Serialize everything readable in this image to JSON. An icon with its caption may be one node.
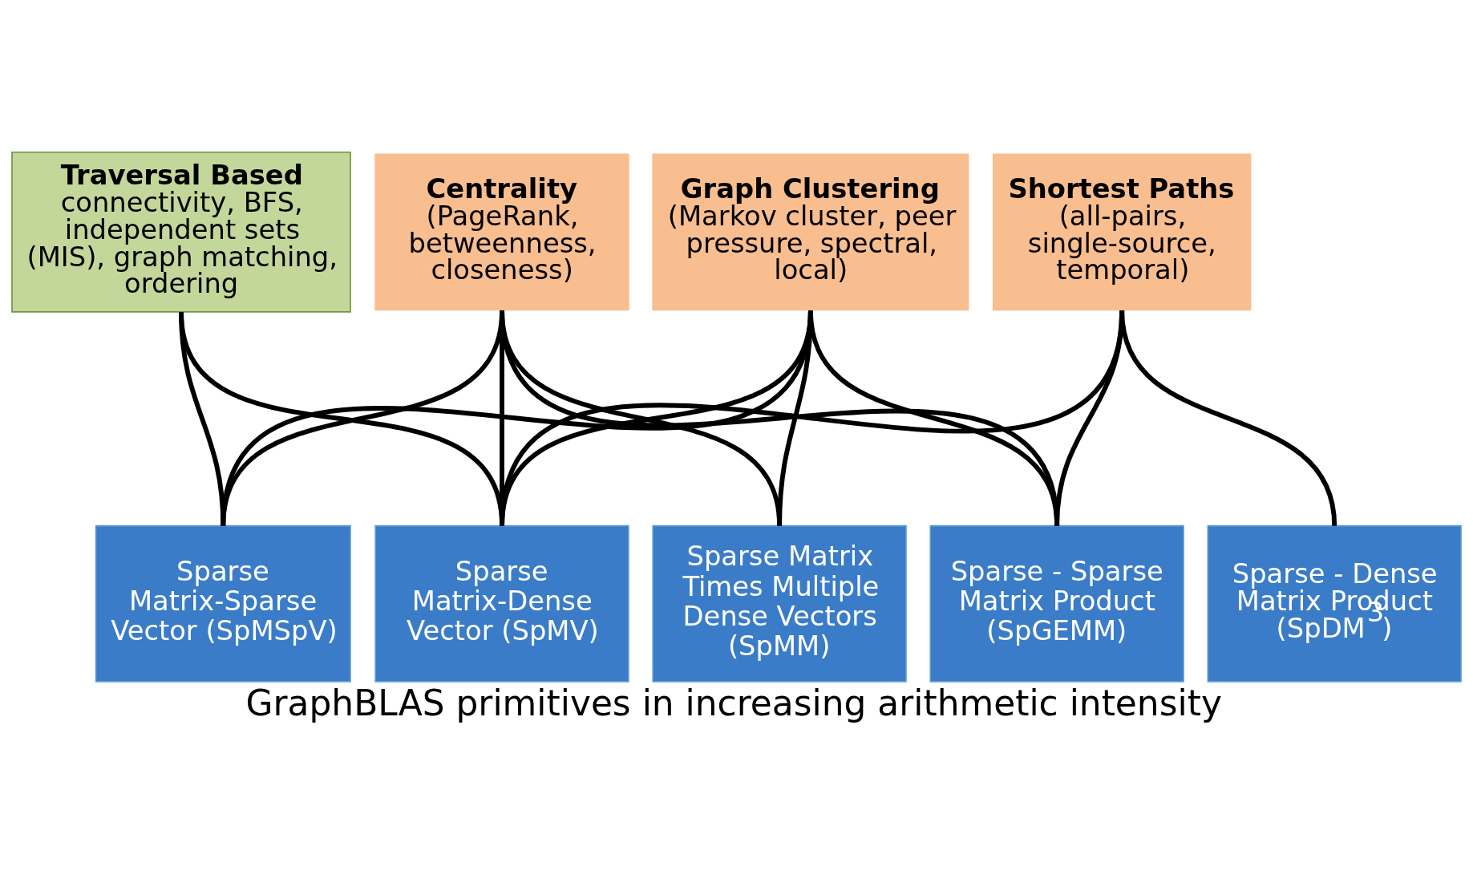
{
  "diagram": {
    "caption": "GraphBLAS primitives in increasing arithmetic intensity",
    "nodes": [
      {
        "text": [
          "Traversal Based",
          "connectivity, BFS, independent sets (MIS), graph matching, ordering"
        ]
      },
      {
        "text": [
          "Centrality",
          "(PageRank, betweenness, closeness)"
        ]
      },
      {
        "text": [
          "Graph Clustering",
          "(Markov cluster, peer pressure, spectral, local)"
        ]
      },
      {
        "text": [
          "Shortest Paths",
          "(all-pairs, single-source, temporal)"
        ]
      },
      {
        "text": [
          "Sparse Matrix-Sparse Vector (SpMSpV)"
        ]
      },
      {
        "text": [
          "Sparse Matrix-Dense Vector (SpMV)"
        ]
      },
      {
        "text": [
          "Sparse Matrix Times Multiple Dense Vectors (SpMM)"
        ]
      },
      {
        "text": [
          "Sparse - Sparse Matrix Product (SpGEMM)"
        ]
      },
      {
        "text": [
          "Sparse - Dense Matrix Product (SpDM$^{3}$)"
        ]
      }
    ],
    "edges": [
      {
        "from": 0,
        "to": 4,
        "arrow": "none"
      },
      {
        "from": 0,
        "to": 5,
        "arrow": "none"
      },
      {
        "from": 1,
        "to": 4,
        "arrow": "none"
      },
      {
        "from": 1,
        "to": 5,
        "arrow": "none"
      },
      {
        "from": 1,
        "to": 6,
        "arrow": "none"
      },
      {
        "from": 1,
        "to": 7,
        "arrow": "none"
      },
      {
        "from": 2,
        "to": 4,
        "arrow": "none"
      },
      {
        "from": 2,
        "to": 5,
        "arrow": "none"
      },
      {
        "from": 2,
        "to": 6,
        "arrow": "none"
      },
      {
        "from": 2,
        "to": 7,
        "arrow": "none"
      },
      {
        "from": 3,
        "to": 5,
        "arrow": "none"
      },
      {
        "from": 3,
        "to": 7,
        "arrow": "none"
      },
      {
        "from": 3,
        "to": 8,
        "arrow": "none"
      }
    ]
  }
}
